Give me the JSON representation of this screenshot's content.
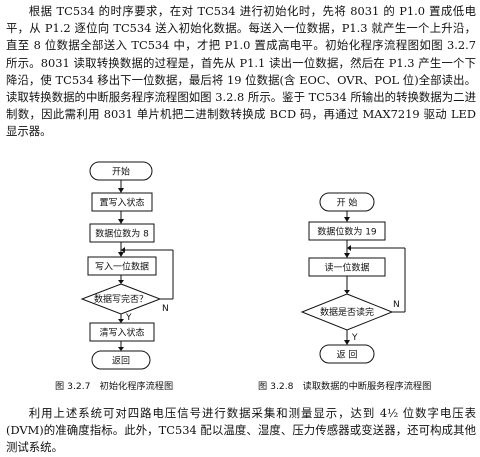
{
  "text": {
    "para1": "根据 TC534 的时序要求，在对 TC534 进行初始化时，先将 8031 的 P1.0 置成低电平，从 P1.2 逐位向 TC534 送入初始化数据。每送入一位数据，P1.3 就产生一个上升沿，直至 8 位数据全部送入 TC534 中，才把 P1.0 置成高电平。初始化程序流程图如图 3.2.7 所示。8031 读取转换数据的过程是，首先从 P1.1 读出一位数据，然后在 P1.3 产生一个下降沿，使 TC534 移出下一位数据，最后将 19 位数据(含 EOC、OVR、POL 位)全部读出。读取转换数据的中断服务程序流程图如图 3.2.8 所示。鉴于 TC534 所输出的转换数据为二进制数，因此需利用 8031 单片机把二进制数转换成 BCD 码，再通过 MAX7219 驱动 LED 显示器。",
    "para2": "利用上述系统可对四路电压信号进行数据采集和测量显示，达到 4½ 位数字电压表(DVM)的准确度指标。此外，TC534 配以温度、湿度、压力传感器或变送器，还可构成其他测试系统。"
  },
  "fig1": {
    "start": "开始",
    "set_write_state": "置写入状态",
    "bits_set_8": "数据位数为 8",
    "write_bit": "写入一位数据",
    "write_done": "数据写完否？",
    "yes": "Y",
    "no": "N",
    "clear_write_state": "清写入状态",
    "return": "返回",
    "caption": "图 3.2.7　初始化程序流程图"
  },
  "fig2": {
    "start": "开 始",
    "bits_set_19": "数据位数为 19",
    "read_bit": "读一位数据",
    "read_done": "数据是否读完",
    "yes": "Y",
    "no": "N",
    "return": "返 回",
    "caption": "图 3.2.8　读取数据的中断服务程序流程图"
  }
}
